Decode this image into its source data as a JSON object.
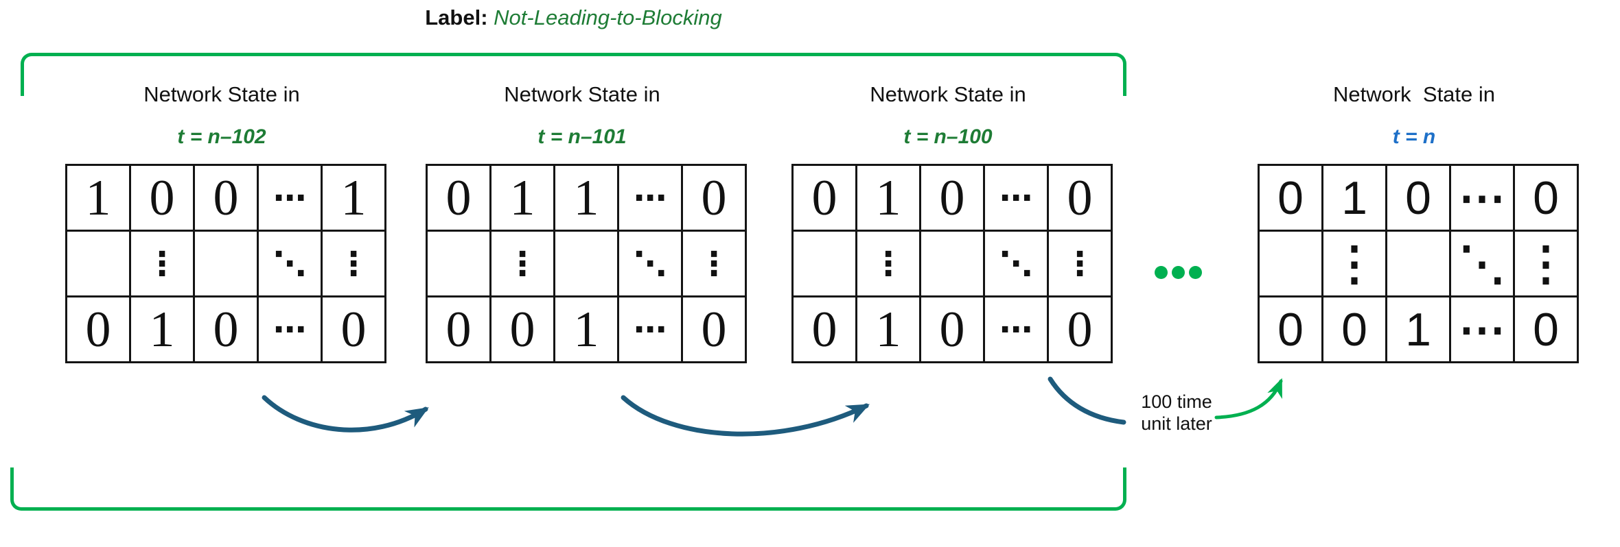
{
  "figure": {
    "label_prefix": "Label:",
    "label_value": "Not-Leading-to-Blocking"
  },
  "colors": {
    "bright_green": "#00B050",
    "dark_green": "#1E7C35",
    "time_blue": "#1E70C8",
    "arrow_blue": "#1E5B7D",
    "text_black": "#111111",
    "matrix_border": "#141414"
  },
  "states": [
    {
      "title": "Network State in",
      "time": "t = n–102",
      "time_color": "#1E7C35",
      "matrix": [
        [
          "1",
          "0",
          "0",
          "⋯",
          "1"
        ],
        [
          "",
          "⋮",
          "",
          "⋱",
          "⋮"
        ],
        [
          "0",
          "1",
          "0",
          "⋯",
          "0"
        ]
      ]
    },
    {
      "title": "Network State in",
      "time": "t = n–101",
      "time_color": "#1E7C35",
      "matrix": [
        [
          "0",
          "1",
          "1",
          "⋯",
          "0"
        ],
        [
          "",
          "⋮",
          "",
          "⋱",
          "⋮"
        ],
        [
          "0",
          "0",
          "1",
          "⋯",
          "0"
        ]
      ]
    },
    {
      "title": "Network State in",
      "time": "t = n–100",
      "time_color": "#1E7C35",
      "matrix": [
        [
          "0",
          "1",
          "0",
          "⋯",
          "0"
        ],
        [
          "",
          "⋮",
          "",
          "⋱",
          "⋮"
        ],
        [
          "0",
          "1",
          "0",
          "⋯",
          "0"
        ]
      ]
    },
    {
      "title": "Network  State in",
      "time": "t = n",
      "time_color": "#1E70C8",
      "matrix": [
        [
          "0",
          "1",
          "0",
          "⋯",
          "0"
        ],
        [
          "",
          "⋮",
          "",
          "⋱",
          "⋮"
        ],
        [
          "0",
          "0",
          "1",
          "⋯",
          "0"
        ]
      ]
    }
  ],
  "transition_annotation": {
    "line1": "100 time",
    "line2": "unit later"
  },
  "icons": {
    "continuation_dots_count": 3,
    "arrow_style": "curved-swoosh"
  }
}
